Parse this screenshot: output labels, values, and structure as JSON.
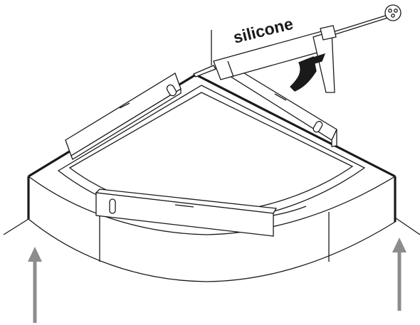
{
  "diagram": {
    "label": "silicone",
    "colors": {
      "line": "#1a1a1a",
      "arrow": "#8c8c8c",
      "background": "#ffffff"
    },
    "icons": [
      "silicone-caulking-gun",
      "spirit-level",
      "spirit-level",
      "spirit-level",
      "corner-shower-tray",
      "up-arrow",
      "up-arrow"
    ]
  }
}
